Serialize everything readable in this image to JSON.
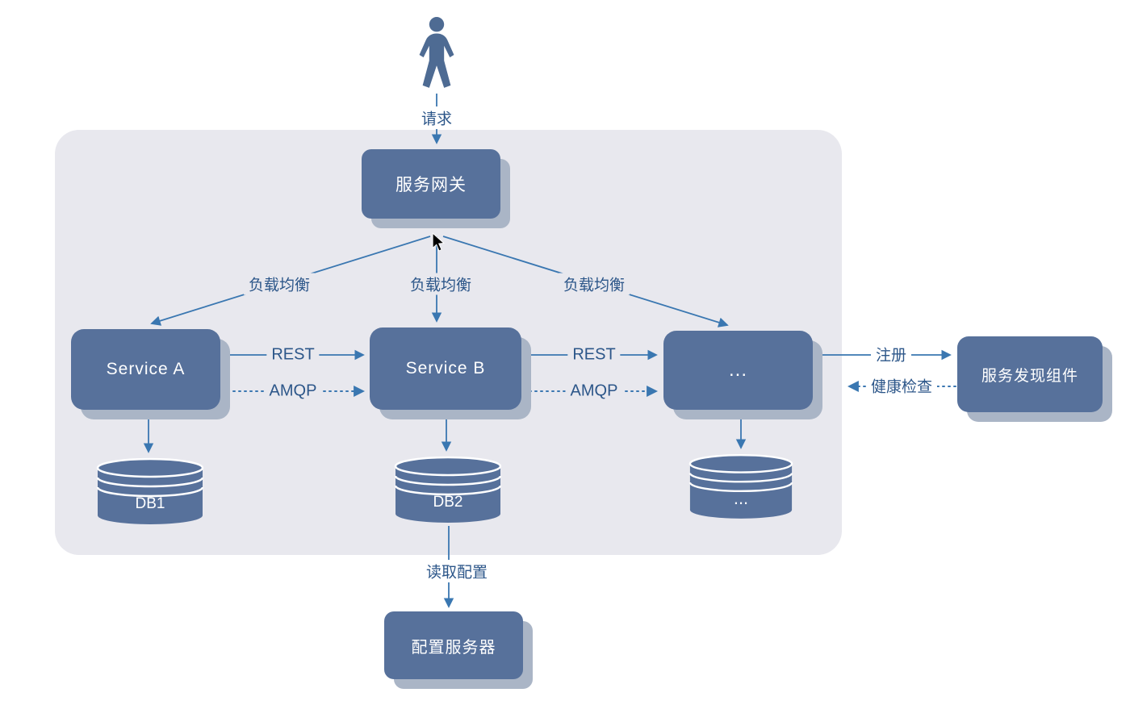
{
  "actor": {
    "request_label": "请求"
  },
  "gateway": {
    "label": "服务网关"
  },
  "load_balancing": {
    "left": "负载均衡",
    "center": "负载均衡",
    "right": "负载均衡"
  },
  "services": [
    {
      "label": "Service A"
    },
    {
      "label": "Service B"
    },
    {
      "label": "..."
    }
  ],
  "service_links": {
    "rest_ab": "REST",
    "amqp_ab": "AMQP",
    "rest_bc": "REST",
    "amqp_bc": "AMQP"
  },
  "discovery": {
    "label": "服务发现组件",
    "register_label": "注册",
    "health_check_label": "健康检查"
  },
  "databases": [
    {
      "label": "DB1"
    },
    {
      "label": "DB2"
    },
    {
      "label": "..."
    }
  ],
  "config": {
    "read_config_label": "读取配置",
    "server_label": "配置服务器"
  },
  "colors": {
    "node_fill": "#57719b",
    "node_shadow": "#aab5c6",
    "panel_background": "#e8e8ee",
    "arrow": "#3a77b1",
    "edge_label_text": "#2c5689",
    "node_text": "#ffffff"
  }
}
